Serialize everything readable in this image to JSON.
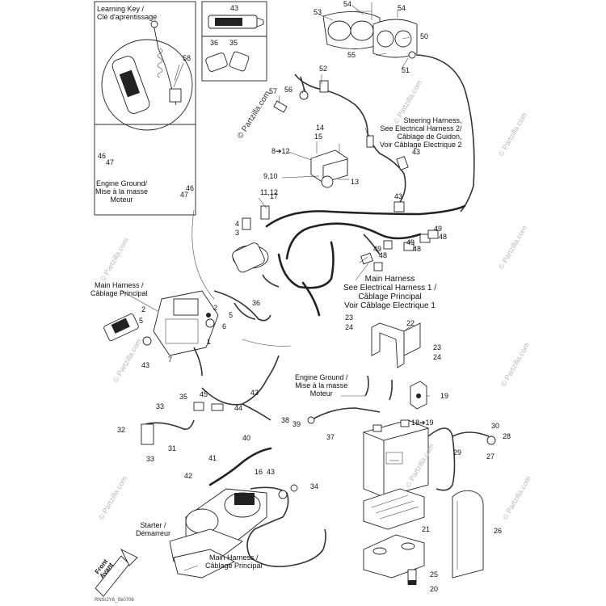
{
  "callouts": {
    "learning_key": [
      "Learning Key /",
      "Clé d'aprentissage"
    ],
    "engine_ground_top": [
      "Engine Ground/",
      "Mise à la masse",
      "Moteur"
    ],
    "steering_harness": [
      "Steering Harness,",
      "See Electrical Harness 2/",
      "Câblage de Guidon,",
      "Voir Câblage Electrique 2"
    ],
    "main_harness_ref": [
      "Main Harness",
      "See Electrical Harness 1 /",
      "Câblage Principal",
      "Voir Câblage Electrique 1"
    ],
    "main_harness_left": [
      "Main Harness /",
      "Câblage Principal"
    ],
    "engine_ground_mid": [
      "Engine Ground /",
      "Mise à la masse",
      "Moteur"
    ],
    "starter": [
      "Starter /",
      "Démarreur"
    ],
    "main_harness_bottom": [
      "Main Harness /",
      "Câblage Principal"
    ],
    "front": [
      "Front",
      "Avant"
    ]
  },
  "part_numbers": {
    "p43_tube": "43",
    "p36": "36",
    "p35": "35",
    "p58": "58",
    "p54a": "54",
    "p54b": "54",
    "p53": "53",
    "p50": "50",
    "p55": "55",
    "p51": "51",
    "p52": "52",
    "p57": "57",
    "p56": "56",
    "p46a": "46",
    "p47a": "47",
    "p46b": "46",
    "p47b": "47",
    "p14": "14",
    "p15": "15",
    "p8_12": "8➔12",
    "p9_10": "9,10",
    "p11_12": "11,12",
    "p13": "13",
    "p43_steer": "43",
    "p43_mid": "43",
    "p17": "17",
    "p4": "4",
    "p3": "3",
    "p49a": "49",
    "p48a": "48",
    "p49b": "49",
    "p48b": "48",
    "p49c": "49",
    "p48c": "48",
    "p2a": "2",
    "p5a": "5",
    "p2b": "2",
    "p5b": "5",
    "p6": "6",
    "p36b": "36",
    "p1": "1",
    "p7": "7",
    "p43_left": "43",
    "p23a": "23",
    "p24a": "24",
    "p22": "22",
    "p23b": "23",
    "p24b": "24",
    "p35b": "35",
    "p45": "45",
    "p43_45": "43",
    "p44": "44",
    "p19": "19",
    "p33a": "33",
    "p32": "32",
    "p31": "31",
    "p33b": "33",
    "p38": "38",
    "p39": "39",
    "p37": "37",
    "p18_19": "18➔19",
    "p30": "30",
    "p28": "28",
    "p27": "27",
    "p29": "29",
    "p40": "40",
    "p41": "41",
    "p42": "42",
    "p16": "16",
    "p43_bot": "43",
    "p34": "34",
    "p21": "21",
    "p26": "26",
    "p25": "25",
    "p20": "20"
  },
  "watermarks": {
    "main": "© Partzilla.com",
    "faint": "© Partzilla.com"
  },
  "drawing_number": "RNS/2Y6_Sk0706"
}
